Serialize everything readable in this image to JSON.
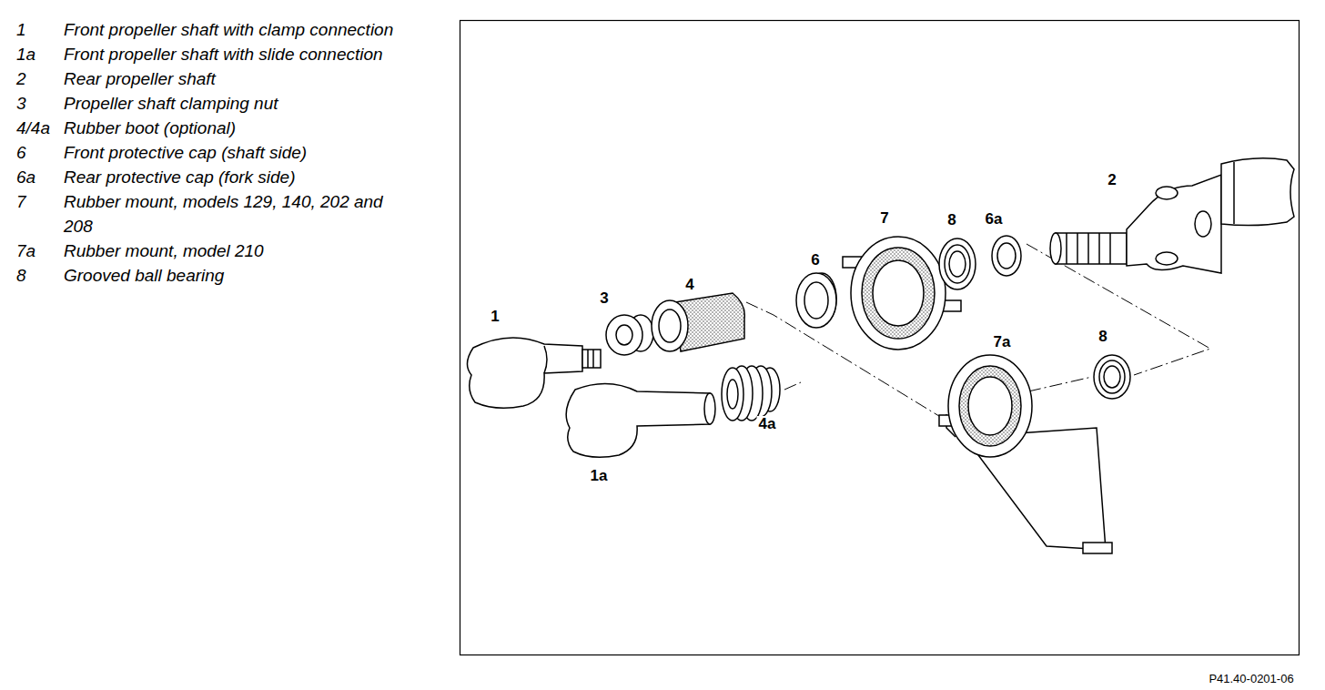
{
  "diagram": {
    "labels": [
      "1",
      "Front propeller shaft with clamp connection",
      "1a",
      "Front propeller shaft with slide connection",
      "2",
      "Rear propeller shaft",
      "3",
      "Propeller shaft clamping nut",
      "4/4a",
      "Rubber boot (optional)",
      "6",
      "Front protective cap (shaft side)",
      "6a",
      "Rear protective cap (fork side)",
      "7",
      "Rubber mount, models 129, 140, 202 and 208",
      "7a",
      "Rubber mount, model 210",
      "8",
      "Grooved ball bearing",
      "2",
      "7",
      "8",
      "6a",
      "6",
      "4",
      "3",
      "1",
      "7a",
      "8",
      "4a",
      "1a",
      "P41.40-0201-06"
    ]
  }
}
